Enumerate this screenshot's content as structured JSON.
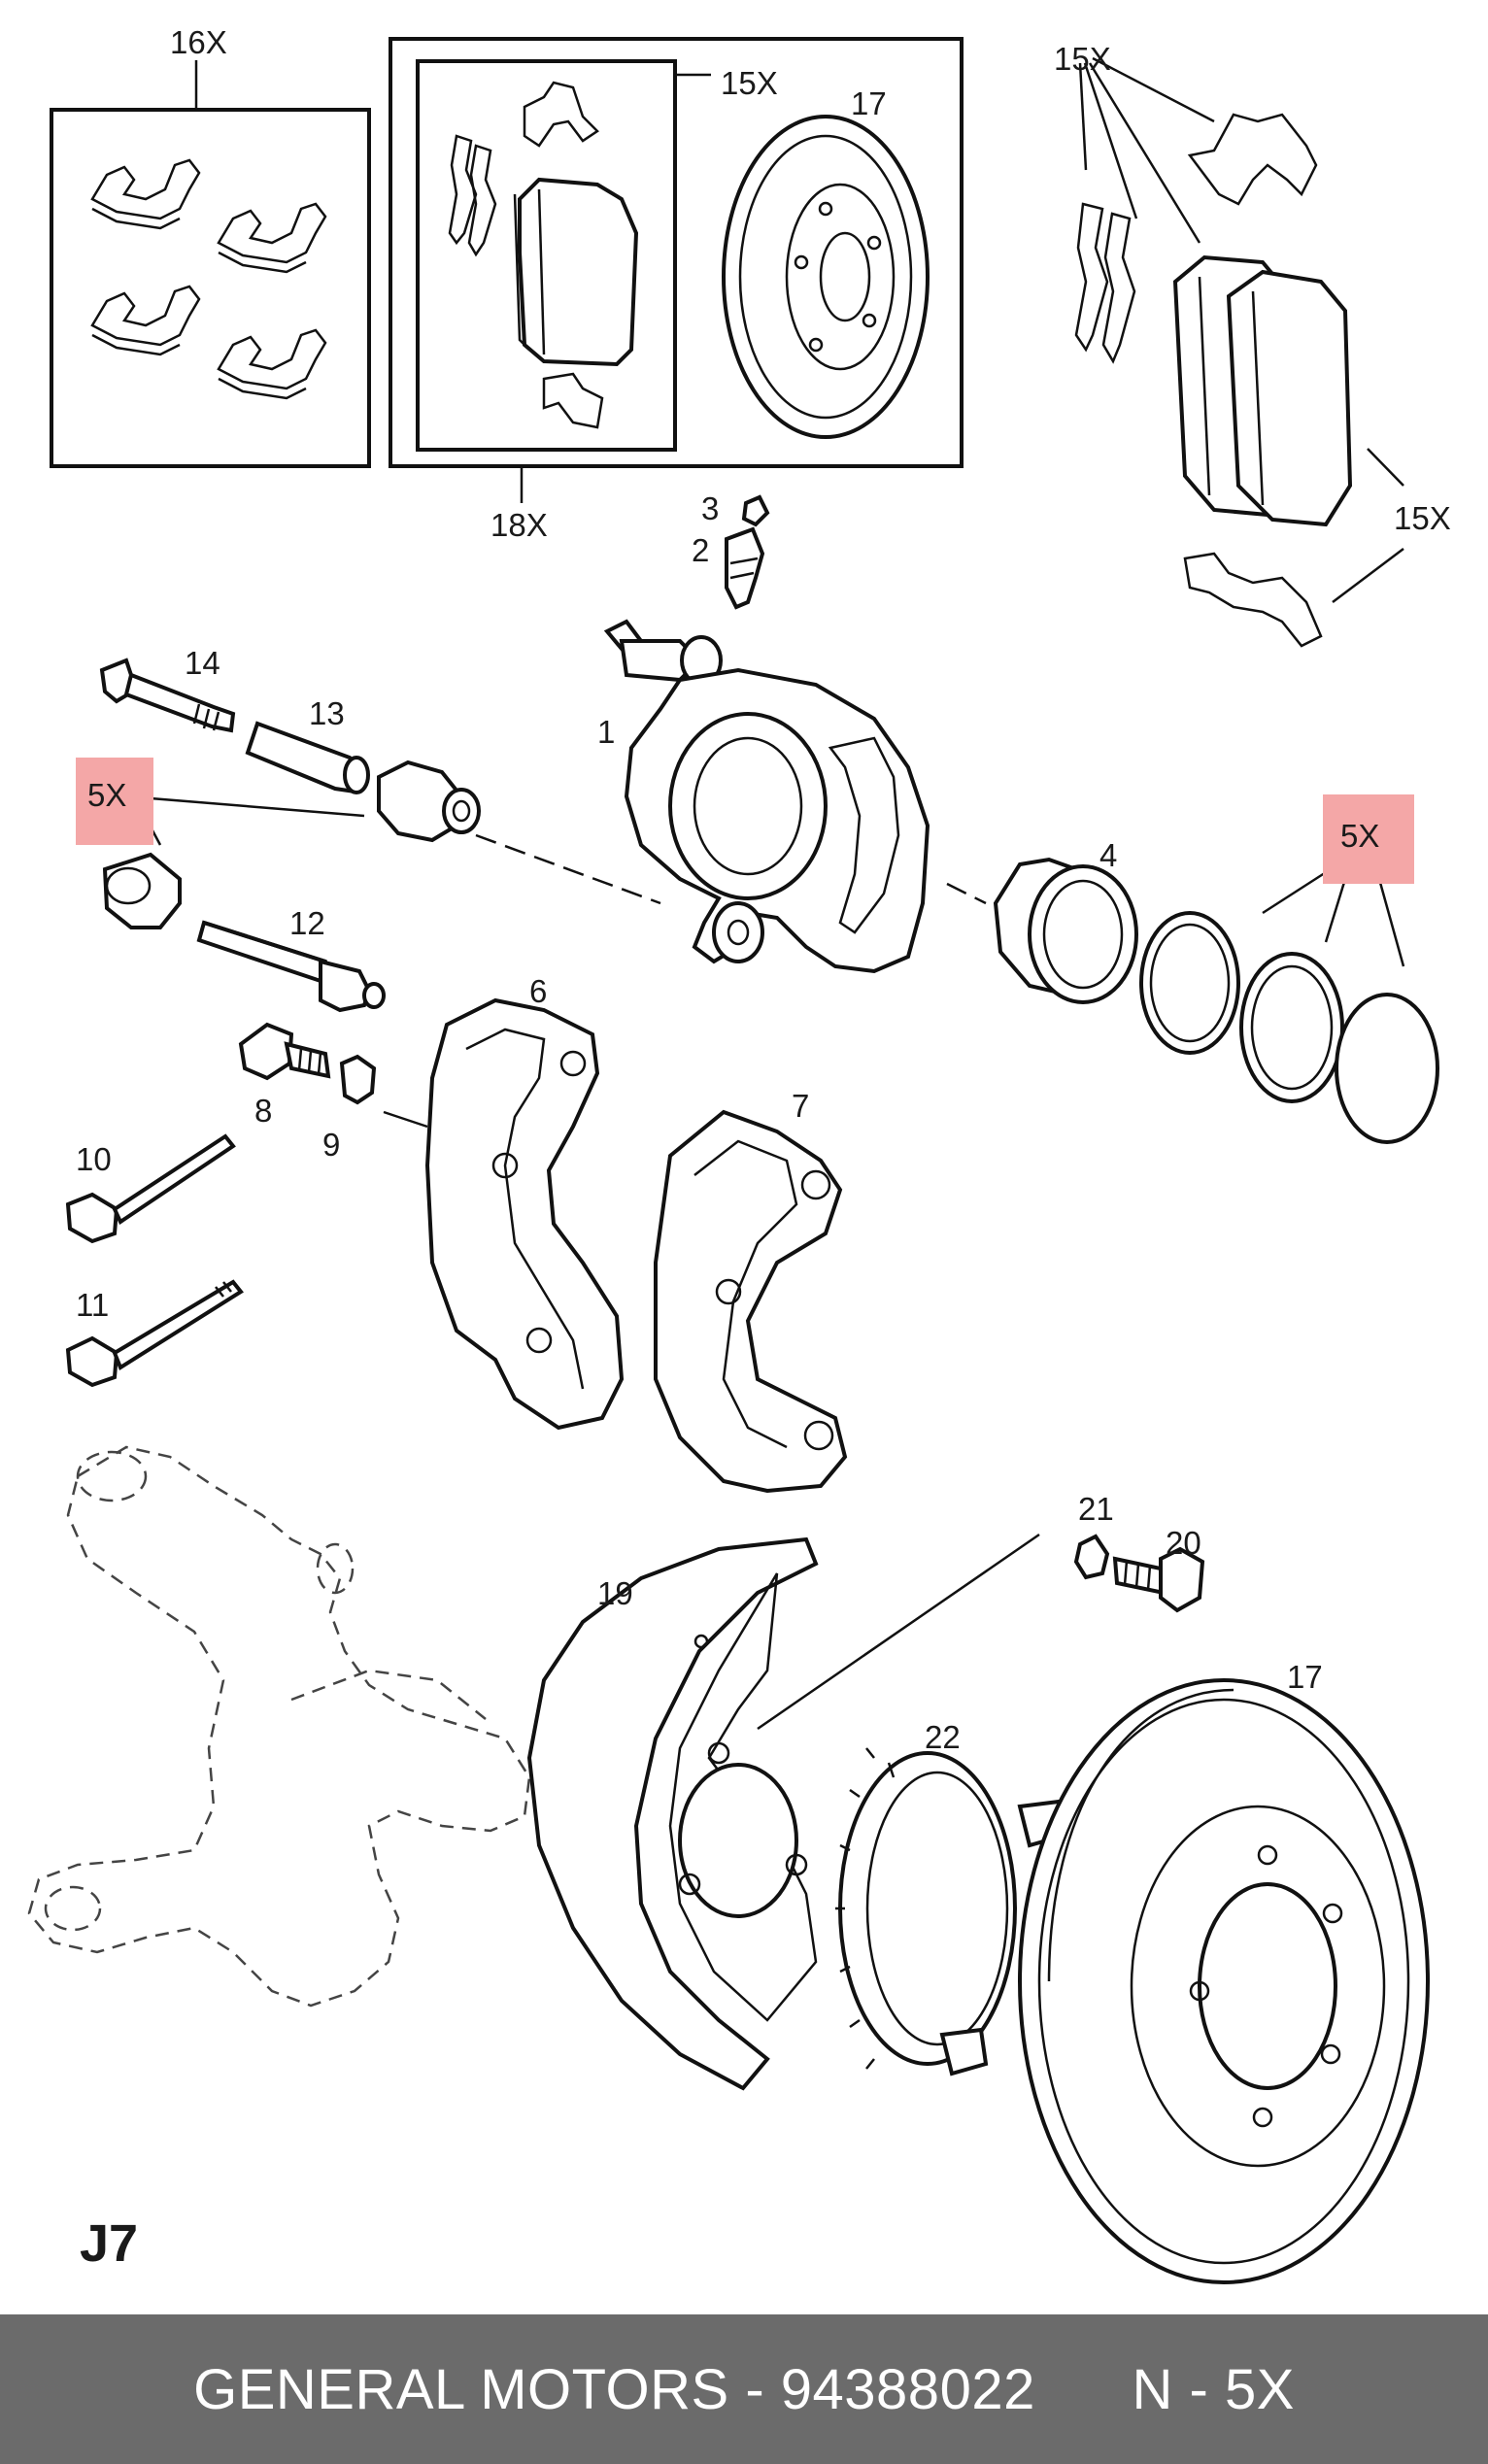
{
  "labels": {
    "n16x": "16X",
    "n15x_box": "15X",
    "n17_top": "17",
    "n18x": "18X",
    "n15x_tr": "15X",
    "n15x_r": "15X",
    "n3": "3",
    "n2": "2",
    "n14": "14",
    "n13": "13",
    "n1": "1",
    "n5x_left": "5X",
    "n5x_right": "5X",
    "n4": "4",
    "n12": "12",
    "n6": "6",
    "n8": "8",
    "n9": "9",
    "n7": "7",
    "n10": "10",
    "n11": "11",
    "n21": "21",
    "n20": "20",
    "n19": "19",
    "n22": "22",
    "n17_bottom": "17",
    "j7": "J7"
  },
  "footer": {
    "brand": "GENERAL MOTORS",
    "separator": " - ",
    "part_number": "94388022",
    "spacer": "      ",
    "quantity": "N - 5X"
  },
  "colors": {
    "highlight": "#f4a7a7",
    "footer_bg": "#6b6b6b",
    "footer_text": "#ffffff"
  }
}
